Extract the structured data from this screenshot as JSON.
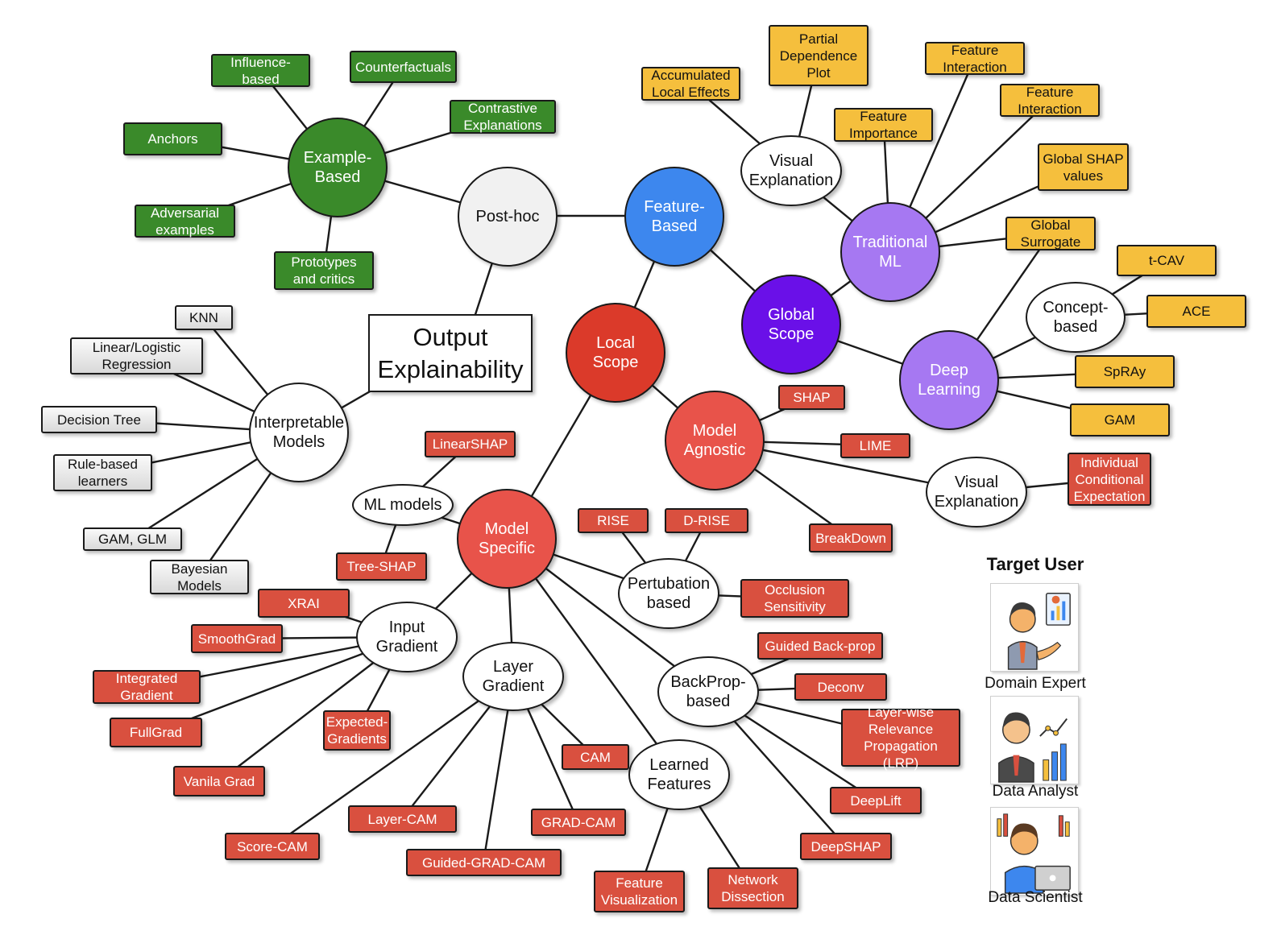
{
  "title": "Output Explainability",
  "hubs": {
    "post_hoc": "Post-hoc",
    "example_based": "Example-Based",
    "feature_based": "Feature-Based",
    "interpretable_models": "Interpretable Models",
    "local_scope": "Local Scope",
    "global_scope": "Global Scope",
    "traditional_ml": "Traditional ML",
    "deep_learning": "Deep Learning",
    "model_agnostic": "Model Agnostic",
    "model_specific": "Model Specific",
    "visual_explanation_global": "Visual Explanation",
    "visual_explanation_local": "Visual Explanation",
    "concept_based": "Concept-based",
    "ml_models": "ML models",
    "input_gradient": "Input Gradient",
    "layer_gradient": "Layer Gradient",
    "perturbation_based": "Pertubation based",
    "backprop_based": "BackProp-based",
    "learned_features": "Learned Features"
  },
  "example_based_methods": [
    "Influence-based",
    "Counterfactuals",
    "Contrastive Explanations",
    "Anchors",
    "Adversarial examples",
    "Prototypes and critics"
  ],
  "interpretable_model_types": [
    "KNN",
    "Linear/Logistic Regression",
    "Decision Tree",
    "Rule-based learners",
    "GAM, GLM",
    "Bayesian Models"
  ],
  "global_visual_methods": [
    "Accumulated Local Effects",
    "Partial Dependence Plot"
  ],
  "traditional_ml_methods": [
    "Feature Importance",
    "Feature Interaction",
    "Feature Interaction",
    "Global SHAP values",
    "Global Surrogate"
  ],
  "concept_methods": [
    "t-CAV",
    "ACE"
  ],
  "deep_learning_methods": [
    "SpRAy",
    "GAM"
  ],
  "model_agnostic_methods": [
    "SHAP",
    "LIME",
    "BreakDown"
  ],
  "local_visual_methods": [
    "Individual Conditional Expectation"
  ],
  "ml_model_methods": [
    "LinearSHAP",
    "Tree-SHAP"
  ],
  "perturbation_methods": [
    "RISE",
    "D-RISE",
    "Occlusion Sensitivity"
  ],
  "input_gradient_methods": [
    "XRAI",
    "SmoothGrad",
    "Integrated Gradient",
    "FullGrad",
    "Expected-Gradients",
    "Vanila Grad"
  ],
  "layer_gradient_methods": [
    "CAM",
    "Layer-CAM",
    "GRAD-CAM",
    "Score-CAM",
    "Guided-GRAD-CAM"
  ],
  "backprop_methods": [
    "Guided Back-prop",
    "Deconv",
    "Layer-wise Relevance Propagation (LRP)",
    "DeepLift",
    "DeepSHAP"
  ],
  "learned_feature_methods": [
    "Feature Visualization",
    "Network Dissection"
  ],
  "target_user": {
    "title": "Target User",
    "personas": [
      "Domain Expert",
      "Data Analyst",
      "Data Scientist"
    ]
  },
  "colors": {
    "example_based": "#3a8a2a",
    "feature_based": "#3d87ee",
    "global_scope": "#6a10e8",
    "traditional_ml_deep_learning": "#a678f2",
    "global_methods": "#f5bf3d",
    "local_scope": "#db3a2a",
    "local_methods": "#d9503f",
    "interpretable_models": "#d9d9d9"
  }
}
